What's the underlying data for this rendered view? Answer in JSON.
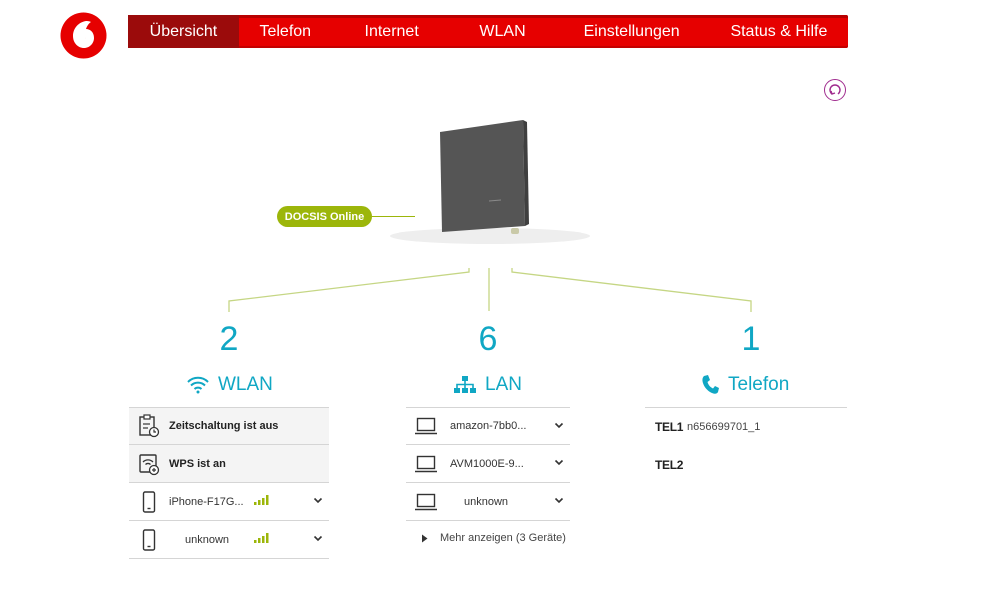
{
  "nav": {
    "items": [
      {
        "label": "Übersicht"
      },
      {
        "label": "Telefon"
      },
      {
        "label": "Internet"
      },
      {
        "label": "WLAN"
      },
      {
        "label": "Einstellungen"
      },
      {
        "label": "Status & Hilfe"
      }
    ]
  },
  "colors": {
    "brand": "#e60000",
    "active": "#9b0b0b",
    "accent": "#10a7c4",
    "status": "#9cb60a"
  },
  "router": {
    "status": "DOCSIS Online"
  },
  "wlan": {
    "count": "2",
    "title": "WLAN",
    "features": [
      {
        "label": "Zeitschaltung ist aus",
        "icon": "schedule-icon"
      },
      {
        "label": "WPS ist an",
        "icon": "wps-icon"
      }
    ],
    "devices": [
      {
        "name": "iPhone-F17G...",
        "icon": "phone-icon"
      },
      {
        "name": "unknown",
        "icon": "phone-icon"
      }
    ]
  },
  "lan": {
    "count": "6",
    "title": "LAN",
    "devices": [
      {
        "name": "amazon-7bb0...",
        "icon": "laptop-icon"
      },
      {
        "name": "AVM1000E-9...",
        "icon": "laptop-icon"
      },
      {
        "name": "unknown",
        "icon": "laptop-icon"
      }
    ],
    "more": "Mehr anzeigen (3 Geräte)"
  },
  "telefon": {
    "count": "1",
    "title": "Telefon",
    "lines": [
      {
        "key": "TEL1",
        "value": "n656699701_1"
      },
      {
        "key": "TEL2",
        "value": ""
      }
    ]
  }
}
